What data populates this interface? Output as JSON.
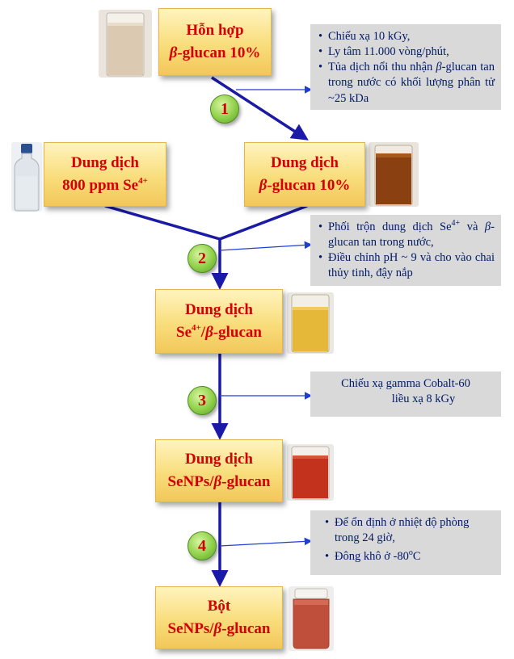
{
  "boxes": {
    "mixture": {
      "line1": "Hỗn hợp",
      "line2_italic": "β",
      "line2_rest": "-glucan 10%"
    },
    "se_solution": {
      "line1": "Dung dịch",
      "line2": "800 ppm Se",
      "line2_sup": "4+"
    },
    "glucan_solution": {
      "line1": "Dung dịch",
      "line2_italic": "β",
      "line2_rest": "-glucan 10%"
    },
    "se_glucan": {
      "line1": "Dung dịch",
      "line2": "Se",
      "line2_sup": "4+",
      "line2_sep": "/",
      "line2_italic": "β",
      "line2_rest": "-glucan"
    },
    "senps_solution": {
      "line1": "Dung dịch",
      "line2_pre": "SeNPs/",
      "line2_italic": "β",
      "line2_rest": "-glucan"
    },
    "powder": {
      "line1": "Bột",
      "line2_pre": "SeNPs/",
      "line2_italic": "β",
      "line2_rest": "-glucan"
    }
  },
  "steps": [
    "1",
    "2",
    "3",
    "4"
  ],
  "notes": {
    "step1": {
      "items": [
        "Chiếu xạ 10 kGy,",
        "Ly tâm 11.000 vòng/phút,"
      ],
      "item3_pre": "Tủa dịch nổi thu nhận ",
      "item3_italic": "β",
      "item3_rest": "-glucan tan trong nước có khối lượng phân tử ~25 kDa"
    },
    "step2": {
      "item1_pre": "Phối trộn dung dịch Se",
      "item1_sup": "4+",
      "item1_mid": " và ",
      "item1_italic": "β",
      "item1_rest": "-glucan tan trong nước,",
      "item2": "Điều chỉnh pH ~ 9 và cho vào chai thủy tinh, đậy nắp"
    },
    "step3": {
      "line1": "Chiếu xạ gamma Cobalt-60",
      "line2": "liều xạ 8 kGy"
    },
    "step4": {
      "item1": "Để ổn định ở nhiệt độ phòng trong 24 giờ,",
      "item2_pre": "Đông khô ở -80",
      "item2_sup": "o",
      "item2_rest": "C"
    }
  },
  "colors": {
    "arrow": "#1a1aa6",
    "thin_arrow": "#1f3fd0",
    "box_text": "#d40000",
    "note_bg": "#d9d9d9",
    "step_circle": "#8fd04a"
  },
  "photos": {
    "mixture": "beaker-beige",
    "se_solution": "bottle-clear",
    "glucan_solution": "beaker-brown",
    "se_glucan": "beaker-yellow",
    "senps_solution": "beaker-red",
    "powder": "jar-red-powder"
  }
}
